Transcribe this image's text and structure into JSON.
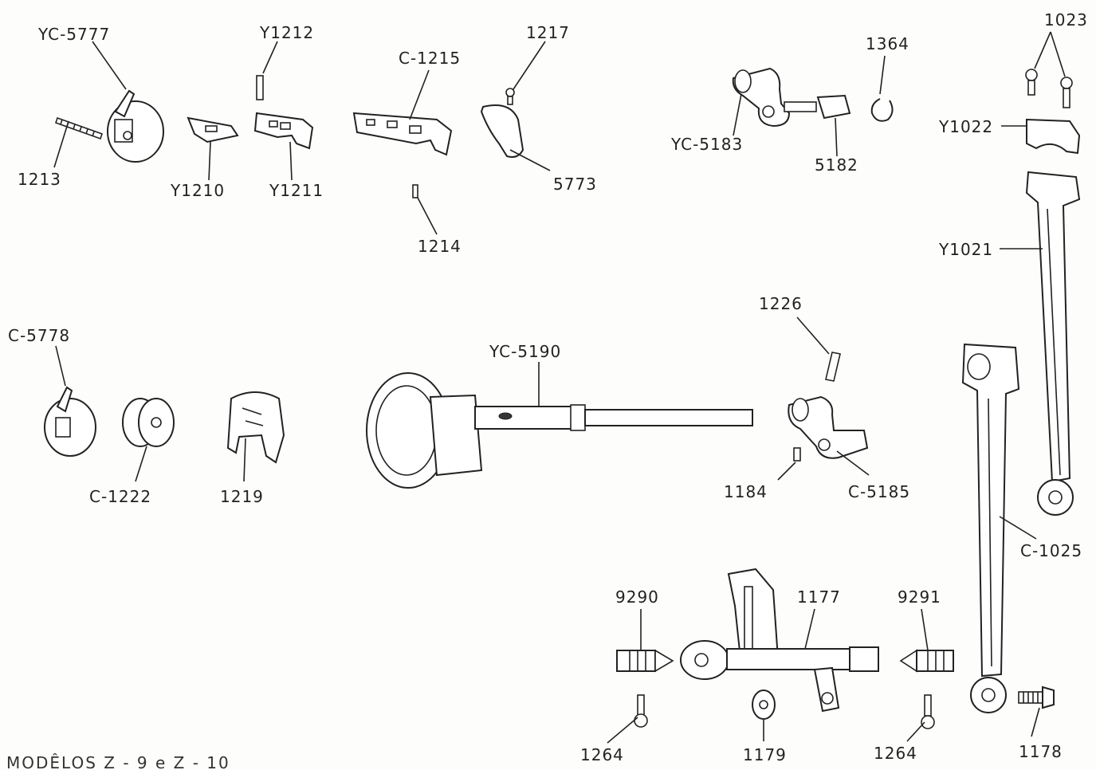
{
  "labels": {
    "yc5777": "YC-5777",
    "y1212": "Y1212",
    "c1215": "C-1215",
    "p1217": "1217",
    "p1364": "1364",
    "p1023": "1023",
    "p1213": "1213",
    "y1210": "Y1210",
    "y1211": "Y1211",
    "p5773": "5773",
    "yc5183": "YC-5183",
    "p5182": "5182",
    "y1022": "Y1022",
    "p1214": "1214",
    "y1021": "Y1021",
    "p1226": "1226",
    "c5778": "C-5778",
    "yc5190": "YC-5190",
    "c1222": "C-1222",
    "p1219": "1219",
    "p1184": "1184",
    "c5185": "C-5185",
    "c1025": "C-1025",
    "p9290": "9290",
    "p1177": "1177",
    "p9291": "9291",
    "p1264a": "1264",
    "p1179": "1179",
    "p1264b": "1264",
    "p1178": "1178"
  },
  "footer": "MODÊLOS  Z - 9  e  Z - 10"
}
